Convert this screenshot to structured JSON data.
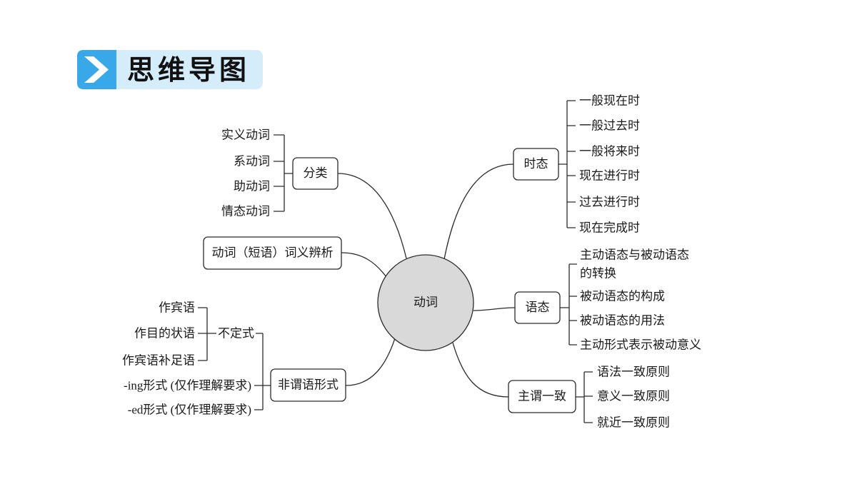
{
  "header": {
    "title": "思维导图",
    "icon": "chevron-right-icon"
  },
  "colors": {
    "header_accent": "#38a8e8",
    "header_light": "#d5ecfa",
    "center_fill": "#d9d9d9",
    "line": "#2b2b2b"
  },
  "center": {
    "label": "动词"
  },
  "branches": {
    "classification": {
      "label": "分类",
      "items": [
        "实义动词",
        "系动词",
        "助动词",
        "情态动词"
      ]
    },
    "word_meaning": {
      "label": "动词（短语）词义辨析"
    },
    "non_finite": {
      "label": "非谓语形式",
      "children": [
        {
          "label": "不定式",
          "items": [
            "作宾语",
            "作目的状语",
            "作宾语补足语"
          ]
        },
        {
          "label": "-ing形式 (仅作理解要求)"
        },
        {
          "label": "-ed形式 (仅作理解要求)"
        }
      ]
    },
    "tense": {
      "label": "时态",
      "items": [
        "一般现在时",
        "一般过去时",
        "一般将来时",
        "现在进行时",
        "过去进行时",
        "现在完成时"
      ]
    },
    "voice": {
      "label": "语态",
      "items": [
        {
          "lines": [
            "主动语态与被动语态",
            "的转换"
          ]
        },
        {
          "lines": [
            "被动语态的构成"
          ]
        },
        {
          "lines": [
            "被动语态的用法"
          ]
        },
        {
          "lines": [
            "主动形式表示被动意义"
          ]
        }
      ]
    },
    "agreement": {
      "label": "主谓一致",
      "items": [
        "语法一致原则",
        "意义一致原则",
        "就近一致原则"
      ]
    }
  }
}
